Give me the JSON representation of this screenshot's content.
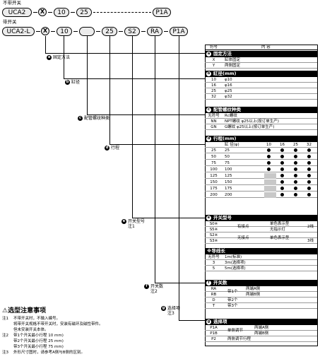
{
  "model_no_switch": {
    "caption": "不带开关",
    "parts": [
      "UCA2",
      "X",
      "10",
      "25",
      "P1A"
    ]
  },
  "model_with_switch": {
    "caption": "带开关",
    "parts": [
      "UCA2-L",
      "X",
      "10",
      "25",
      "S2",
      "RA",
      "P1A"
    ]
  },
  "callouts": {
    "a": {
      "badge": "a",
      "label": "固定方法"
    },
    "b": {
      "badge": "b",
      "label": "缸径"
    },
    "c": {
      "badge": "c",
      "label": "配管螺纹种类"
    },
    "d": {
      "badge": "d",
      "label": "行程"
    },
    "e": {
      "badge": "e",
      "label": "开关型号",
      "note": "注1"
    },
    "f": {
      "badge": "f",
      "label": "开关数",
      "note": "注2"
    },
    "g": {
      "badge": "g",
      "label": "选择项",
      "note": "注3"
    }
  },
  "table_header": {
    "symbol": "符号",
    "content": "内 容"
  },
  "sec_a": {
    "badge": "a",
    "title": "固定方法",
    "rows": [
      [
        "X",
        "缸体固定"
      ],
      [
        "Y",
        "两侧固定"
      ]
    ]
  },
  "sec_b": {
    "badge": "b",
    "title": "缸径(mm)",
    "rows": [
      [
        "10",
        "φ10"
      ],
      [
        "16",
        "φ16"
      ],
      [
        "25",
        "φ25"
      ],
      [
        "32",
        "φ32"
      ]
    ]
  },
  "sec_c": {
    "badge": "c",
    "title": "配管螺纹种类",
    "rows": [
      [
        "无符号",
        "Rc螺纹"
      ],
      [
        "NN",
        "NPT螺纹 φ25以上(按订单生产)"
      ],
      [
        "GN",
        "G螺纹 φ25以上(按订单生产)"
      ]
    ]
  },
  "sec_d": {
    "badge": "d",
    "title": "行程(mm)",
    "col_header": "缸 径(φ)",
    "bores": [
      "10",
      "16",
      "25",
      "32"
    ],
    "rows": [
      {
        "sym": "25",
        "val": "25",
        "avail": [
          1,
          1,
          1,
          1
        ]
      },
      {
        "sym": "50",
        "val": "50",
        "avail": [
          1,
          1,
          1,
          1
        ]
      },
      {
        "sym": "75",
        "val": "75",
        "avail": [
          1,
          1,
          1,
          1
        ]
      },
      {
        "sym": "100",
        "val": "100",
        "avail": [
          1,
          1,
          1,
          1
        ]
      },
      {
        "sym": "125",
        "val": "125",
        "avail": [
          0,
          1,
          1,
          1
        ]
      },
      {
        "sym": "150",
        "val": "150",
        "avail": [
          0,
          1,
          1,
          1
        ]
      },
      {
        "sym": "175",
        "val": "175",
        "avail": [
          0,
          1,
          1,
          1
        ]
      },
      {
        "sym": "200",
        "val": "200",
        "avail": [
          0,
          1,
          1,
          1
        ]
      }
    ]
  },
  "sec_e": {
    "badge": "e",
    "title": "开关型号",
    "rows": [
      {
        "sym": "S0※",
        "type": "有接点",
        "desc": "单色表示型",
        "wire": ""
      },
      {
        "sym": "S5※",
        "type": "",
        "desc": "无指示灯",
        "wire": "2线"
      },
      {
        "sym": "S2※",
        "type": "无接点",
        "desc": "单色表示型",
        "wire": ""
      },
      {
        "sym": "S3※",
        "type": "",
        "desc": "",
        "wire": "3线"
      }
    ]
  },
  "sec_lead": {
    "title": "※导线长",
    "rows": [
      [
        "无符号",
        "1m(标准)"
      ],
      [
        "3",
        "3m(选择项)"
      ],
      [
        "5",
        "5m(选择项)"
      ]
    ]
  },
  "sec_f": {
    "badge": "f",
    "title": "开关数",
    "rows": [
      [
        "RA",
        "带1个",
        "两端A侧"
      ],
      [
        "RB",
        "",
        "两端B侧"
      ],
      [
        "D",
        "带2个",
        ""
      ],
      [
        "T",
        "带3个",
        ""
      ]
    ]
  },
  "sec_g": {
    "badge": "g",
    "title": "选择项",
    "rows": [
      [
        "P1A",
        "单侧调节",
        "两端A侧"
      ],
      [
        "P1B",
        "",
        "两端B侧"
      ],
      [
        "P2",
        "两侧调节行程",
        ""
      ]
    ]
  },
  "caution": {
    "title": "选型注意事项",
    "notes": [
      {
        "num": "注1",
        "text": "不带开关时，不输入编号。"
      },
      {
        "num": "",
        "text": "将带开关规格不带开关时，安装有磁环及磁性带件。"
      },
      {
        "num": "",
        "text": "但未安装开关本体。"
      },
      {
        "num": "注2",
        "text": "带1个开关最小行程 10 mm)"
      },
      {
        "num": "",
        "text": "带2个开关最小行程 25 mm)"
      },
      {
        "num": "",
        "text": "带3个开关最小行程 75 mm)"
      },
      {
        "num": "注3",
        "text": "外形尺寸图时，请参考A侧与B侧的区别。"
      }
    ]
  }
}
